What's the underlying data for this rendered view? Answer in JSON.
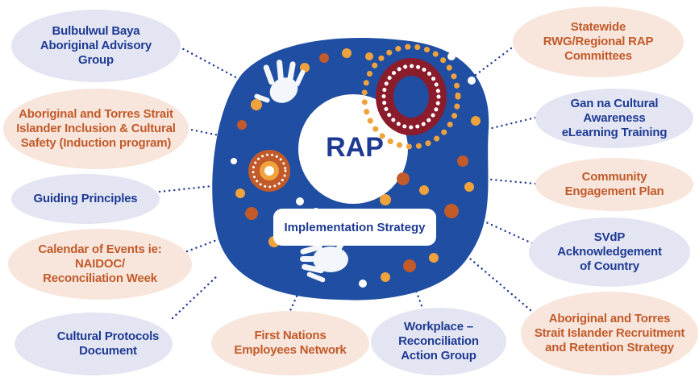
{
  "center": {
    "title": "RAP",
    "subtitle": "Implementation Strategy"
  },
  "colors": {
    "blue": "#1f3a93",
    "orange": "#c25a2a",
    "maroon": "#8a1c2b",
    "node_blue_bg": "#e3e6f2",
    "node_orange_bg": "#f8e6dc"
  },
  "nodes": {
    "advisory_group": "Bulbulwul Baya\nAboriginal Advisory\nGroup",
    "induction_program": "Aboriginal and Torres Strait\nIslander Inclusion & Cultural\nSafety (Induction program)",
    "guiding_principles": "Guiding Principles",
    "calendar_events": "Calendar of Events ie: NAIDOC/\nReconciliation Week",
    "cultural_protocols": "Cultural Protocols\nDocument",
    "employees_network": "First Nations\nEmployees Network",
    "workplace_rap": "Workplace –\nReconciliation\nAction Group",
    "recruitment_strategy": "Aboriginal and Torres\nStrait Islander Recruitment\nand Retention Strategy",
    "acknowledgement": "SVdP\nAcknowledgement\nof Country",
    "community_plan": "Community\nEngagement Plan",
    "elearning": "Gan na Cultural Awareness\neLearning Training",
    "rwg_committees": "Statewide\nRWG/Regional RAP\nCommittees"
  }
}
